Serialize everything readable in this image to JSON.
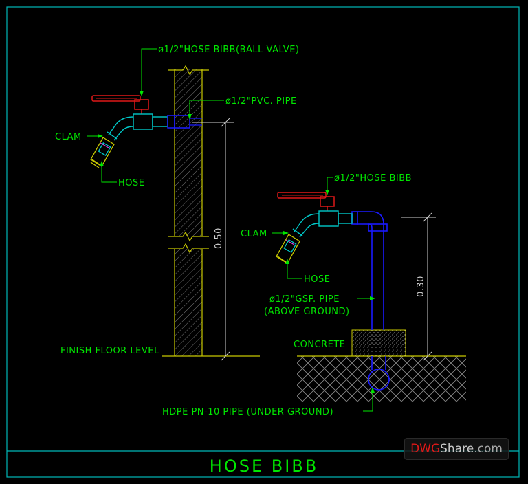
{
  "title": "HOSE BIBB",
  "labels": {
    "hose_bibb_ball_valve": "ø1/2\"HOSE BIBB(BALL VALVE)",
    "pvc_pipe": "ø1/2\"PVC. PIPE",
    "clam_left": "CLAM",
    "hose_left": "HOSE",
    "finish_floor": "FINISH FLOOR LEVEL",
    "hose_bibb_right": "ø1/2\"HOSE BIBB",
    "clam_right": "CLAM",
    "hose_right": "HOSE",
    "gsp_pipe": "ø1/2\"GSP. PIPE",
    "above_ground": "(ABOVE GROUND)",
    "concrete": "CONCRETE",
    "hdpe_pipe": "HDPE PN-10 PIPE (UNDER GROUND)"
  },
  "dimensions": {
    "left_height": "0.50",
    "right_height": "0.30"
  },
  "watermark": {
    "brand_red": "DWG",
    "brand_white": "Share",
    "domain": ".com"
  },
  "colors": {
    "frame": "#00b8b8",
    "text": "#00e600",
    "wall": "#c8c800",
    "handle": "#e01818",
    "fitting": "#00c8c8",
    "pipe_blue": "#1a1aff",
    "dim_line": "#d0d0d0"
  }
}
